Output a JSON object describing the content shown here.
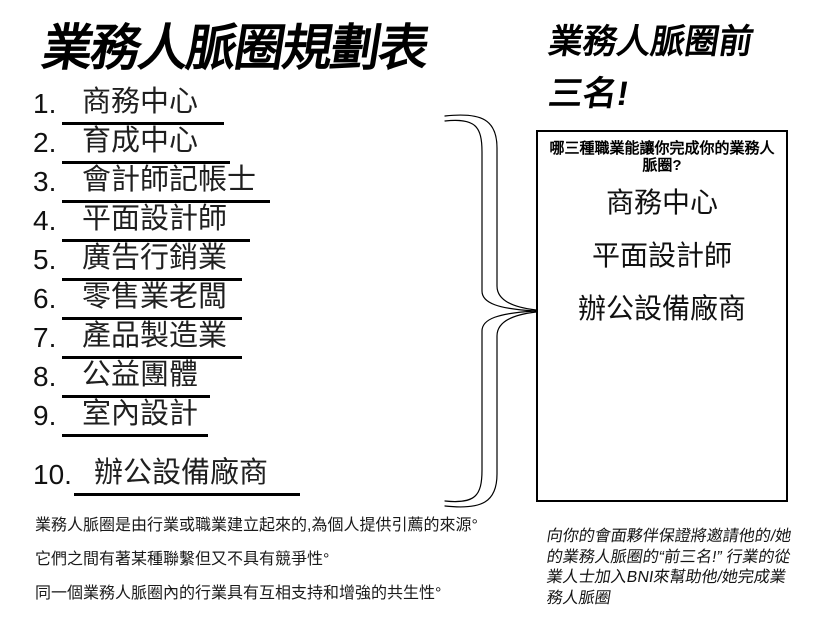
{
  "colors": {
    "ink": "#000000",
    "background": "#ffffff"
  },
  "page": {
    "title": "業務人脈圈規劃表"
  },
  "list": {
    "items": [
      {
        "num": "1.",
        "label": "商務中心"
      },
      {
        "num": "2.",
        "label": "育成中心"
      },
      {
        "num": "3.",
        "label": "會計師記帳士"
      },
      {
        "num": "4.",
        "label": "平面設計師"
      },
      {
        "num": "5.",
        "label": "廣告行銷業"
      },
      {
        "num": "6.",
        "label": "零售業老闆"
      },
      {
        "num": "7.",
        "label": "產品製造業"
      },
      {
        "num": "8.",
        "label": "公益團體"
      },
      {
        "num": "9.",
        "label": "室內設計"
      },
      {
        "num": "10.",
        "label": "辦公設備廠商"
      }
    ]
  },
  "notes_left": {
    "lines": [
      "業務人脈圈是由行業或職業建立起來的,為個人提供引薦的來源°",
      "它們之間有著某種聯繫但又不具有競爭性°",
      "同一個業務人脈圈內的行業具有互相支持和增強的共生性°"
    ]
  },
  "right_panel": {
    "title_lines": [
      "業務人脈圈前",
      "三名!"
    ],
    "box": {
      "question_lines": [
        "哪三種職業能讓你完成你的業務人",
        "脈圈?"
      ],
      "top_three": [
        "商務中心",
        "平面設計師",
        "辦公設備廠商"
      ]
    },
    "note_lines": [
      "向你的會面夥伴保證將邀請他的/她",
      "的業務人脈圈的“前三名!” 行業的從",
      "業人士加入BNI來幫助他/她完成業",
      "務人脈圈"
    ]
  },
  "graphics": {
    "brace": "right-curly-brace"
  }
}
